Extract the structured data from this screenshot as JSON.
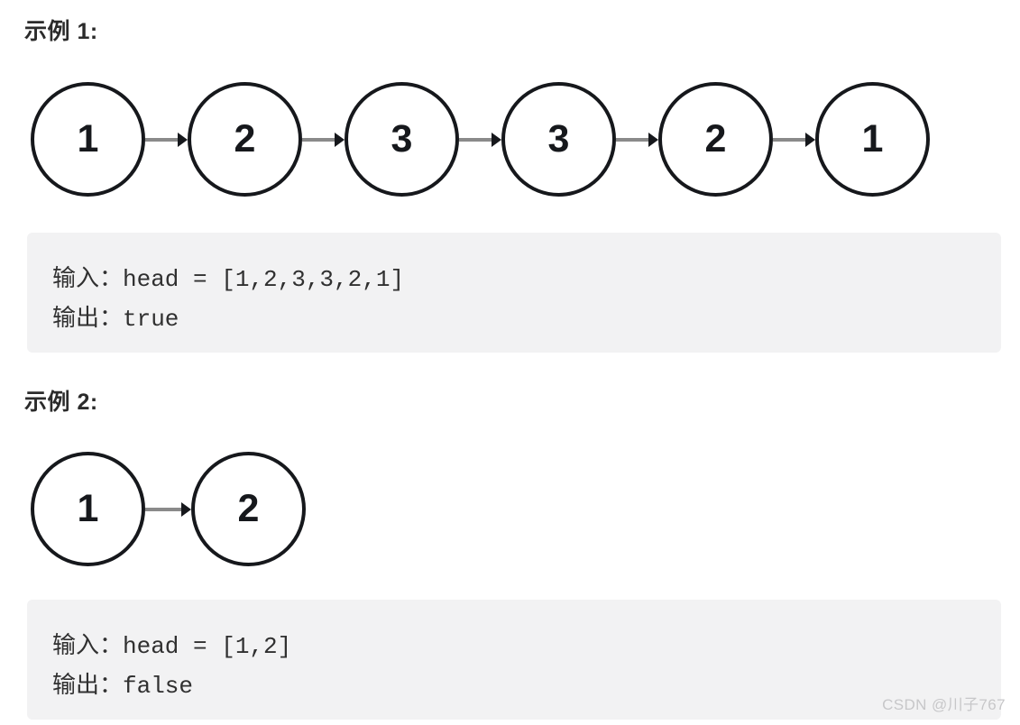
{
  "examples": [
    {
      "heading": "示例 1:",
      "diagram": {
        "nodes": [
          "1",
          "2",
          "3",
          "3",
          "2",
          "1"
        ],
        "arrow_icon": "arrow-right-icon"
      },
      "code": {
        "lines": [
          "输入：head = [1,2,3,3,2,1]",
          "输出：true"
        ]
      }
    },
    {
      "heading": "示例 2:",
      "diagram": {
        "nodes": [
          "1",
          "2"
        ],
        "arrow_icon": "arrow-right-icon"
      },
      "code": {
        "lines": [
          "输入：head = [1,2]",
          "输出：false"
        ]
      }
    }
  ],
  "watermark": "CSDN @川子767",
  "colors": {
    "node_stroke": "#16181c",
    "arrow_shaft": "#8a8a8a",
    "code_background": "#f2f2f3",
    "code_text": "#303030",
    "heading_text": "#2b2b2b",
    "watermark_text": "#c7c7c9",
    "page_background": "#ffffff"
  }
}
